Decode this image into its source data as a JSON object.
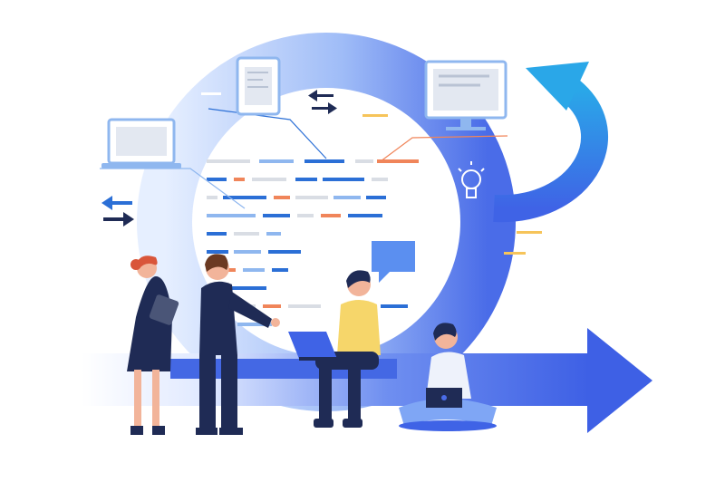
{
  "scene": {
    "description_free": true,
    "palette": {
      "ring_light": "#cfe0ff",
      "ring_mid": "#7fa6f5",
      "ring_dark": "#4a6ce8",
      "arrow_blue": "#3f63e6",
      "cyan": "#2f9be3",
      "code_blue": "#2b6fd6",
      "code_orange": "#f0855a",
      "code_gray": "#d9dde4",
      "code_light": "#8fb7ef",
      "navy": "#1f2b55",
      "yellow": "#f6d66a",
      "skin": "#f2b49a",
      "hair_red": "#d9553a",
      "hair_brown": "#6b3a22"
    },
    "icons": [
      "monitor-icon",
      "tablet-icon",
      "laptop-icon",
      "lightbulb-icon",
      "speech-bubble-icon",
      "swap-arrows-icon",
      "cycle-arrow-icon"
    ],
    "people": [
      "woman-with-tablet",
      "man-pointing",
      "man-with-laptop-sitting",
      "man-sitting-cross-legged"
    ]
  }
}
